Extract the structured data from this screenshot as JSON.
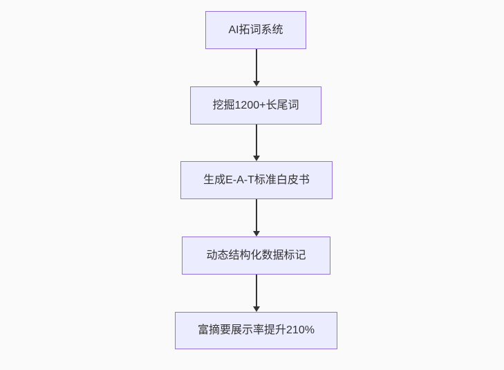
{
  "diagram": {
    "type": "flowchart",
    "direction": "top-down",
    "colors": {
      "background": "#fafafa",
      "node_fill": "#ececff",
      "node_border": "#9370db",
      "text": "#333333",
      "arrow": "#333333"
    },
    "nodes": [
      {
        "label": "AI拓词系统"
      },
      {
        "label": "挖掘1200+长尾词"
      },
      {
        "label": "生成E-A-T标准白皮书"
      },
      {
        "label": "动态结构化数据标记"
      },
      {
        "label": "富摘要展示率提升210%"
      }
    ],
    "edges": [
      {
        "from": 0,
        "to": 1
      },
      {
        "from": 1,
        "to": 2
      },
      {
        "from": 2,
        "to": 3
      },
      {
        "from": 3,
        "to": 4
      }
    ]
  }
}
